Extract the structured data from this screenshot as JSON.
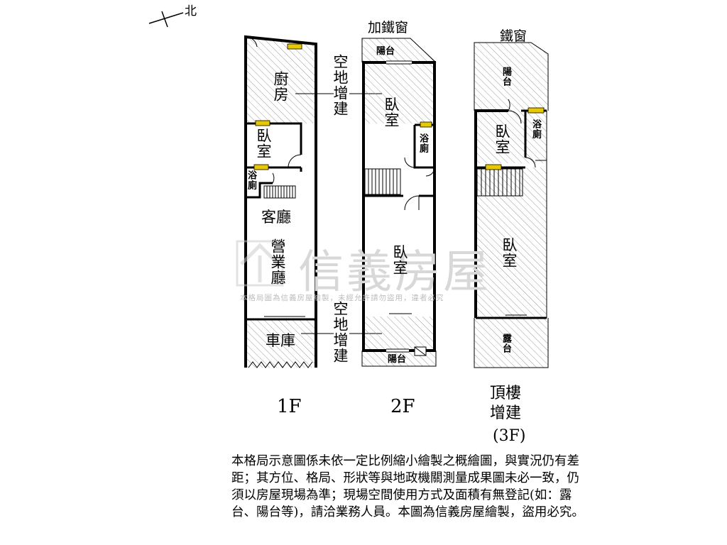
{
  "compass": {
    "label": "北"
  },
  "floor_1": {
    "label": "1F",
    "kitchen": "廚房",
    "bedroom": "臥室",
    "bath": "浴廁",
    "living": "客廳",
    "business": "營業廳",
    "garage": "車庫"
  },
  "floor_2": {
    "label": "2F",
    "top_note": "加鐵窗",
    "balcony_top": "陽台",
    "bedroom_front": "臥室",
    "bath": "浴廁",
    "bedroom_back": "臥室",
    "balcony_bottom": "陽台"
  },
  "floor_3": {
    "label_line1": "頂樓",
    "label_line2": "增建",
    "label_line3": "(3F)",
    "top_note": "鐵窗",
    "balcony": "陽台",
    "bedroom_small": "臥室",
    "bath": "浴廁",
    "bedroom_big": "臥室",
    "terrace": "露台"
  },
  "annotations": {
    "vacant_addition_top": "空地增建",
    "vacant_addition_bottom": "空地增建"
  },
  "watermark": {
    "brand": "信義房屋",
    "notice": "本格局圖為信義房屋繪製，未經允許請勿盜用，違者必究"
  },
  "disclaimer": "本格局示意圖係未依一定比例縮小繪製之概繪圖，與實況仍有差距；其方位、格局、形狀等與地政機關測量成果圖未必一致，仍須以房屋現場為準；現場空間使用方式及面積有無登記(如：露台、陽台等)，請洽業務人員。本圖為信義房屋繪製，盜用必究。",
  "colors": {
    "wall": "#000000",
    "hatch": "#9a9a9a",
    "window": "#e8c800",
    "watermark": "#d8d8d8"
  }
}
